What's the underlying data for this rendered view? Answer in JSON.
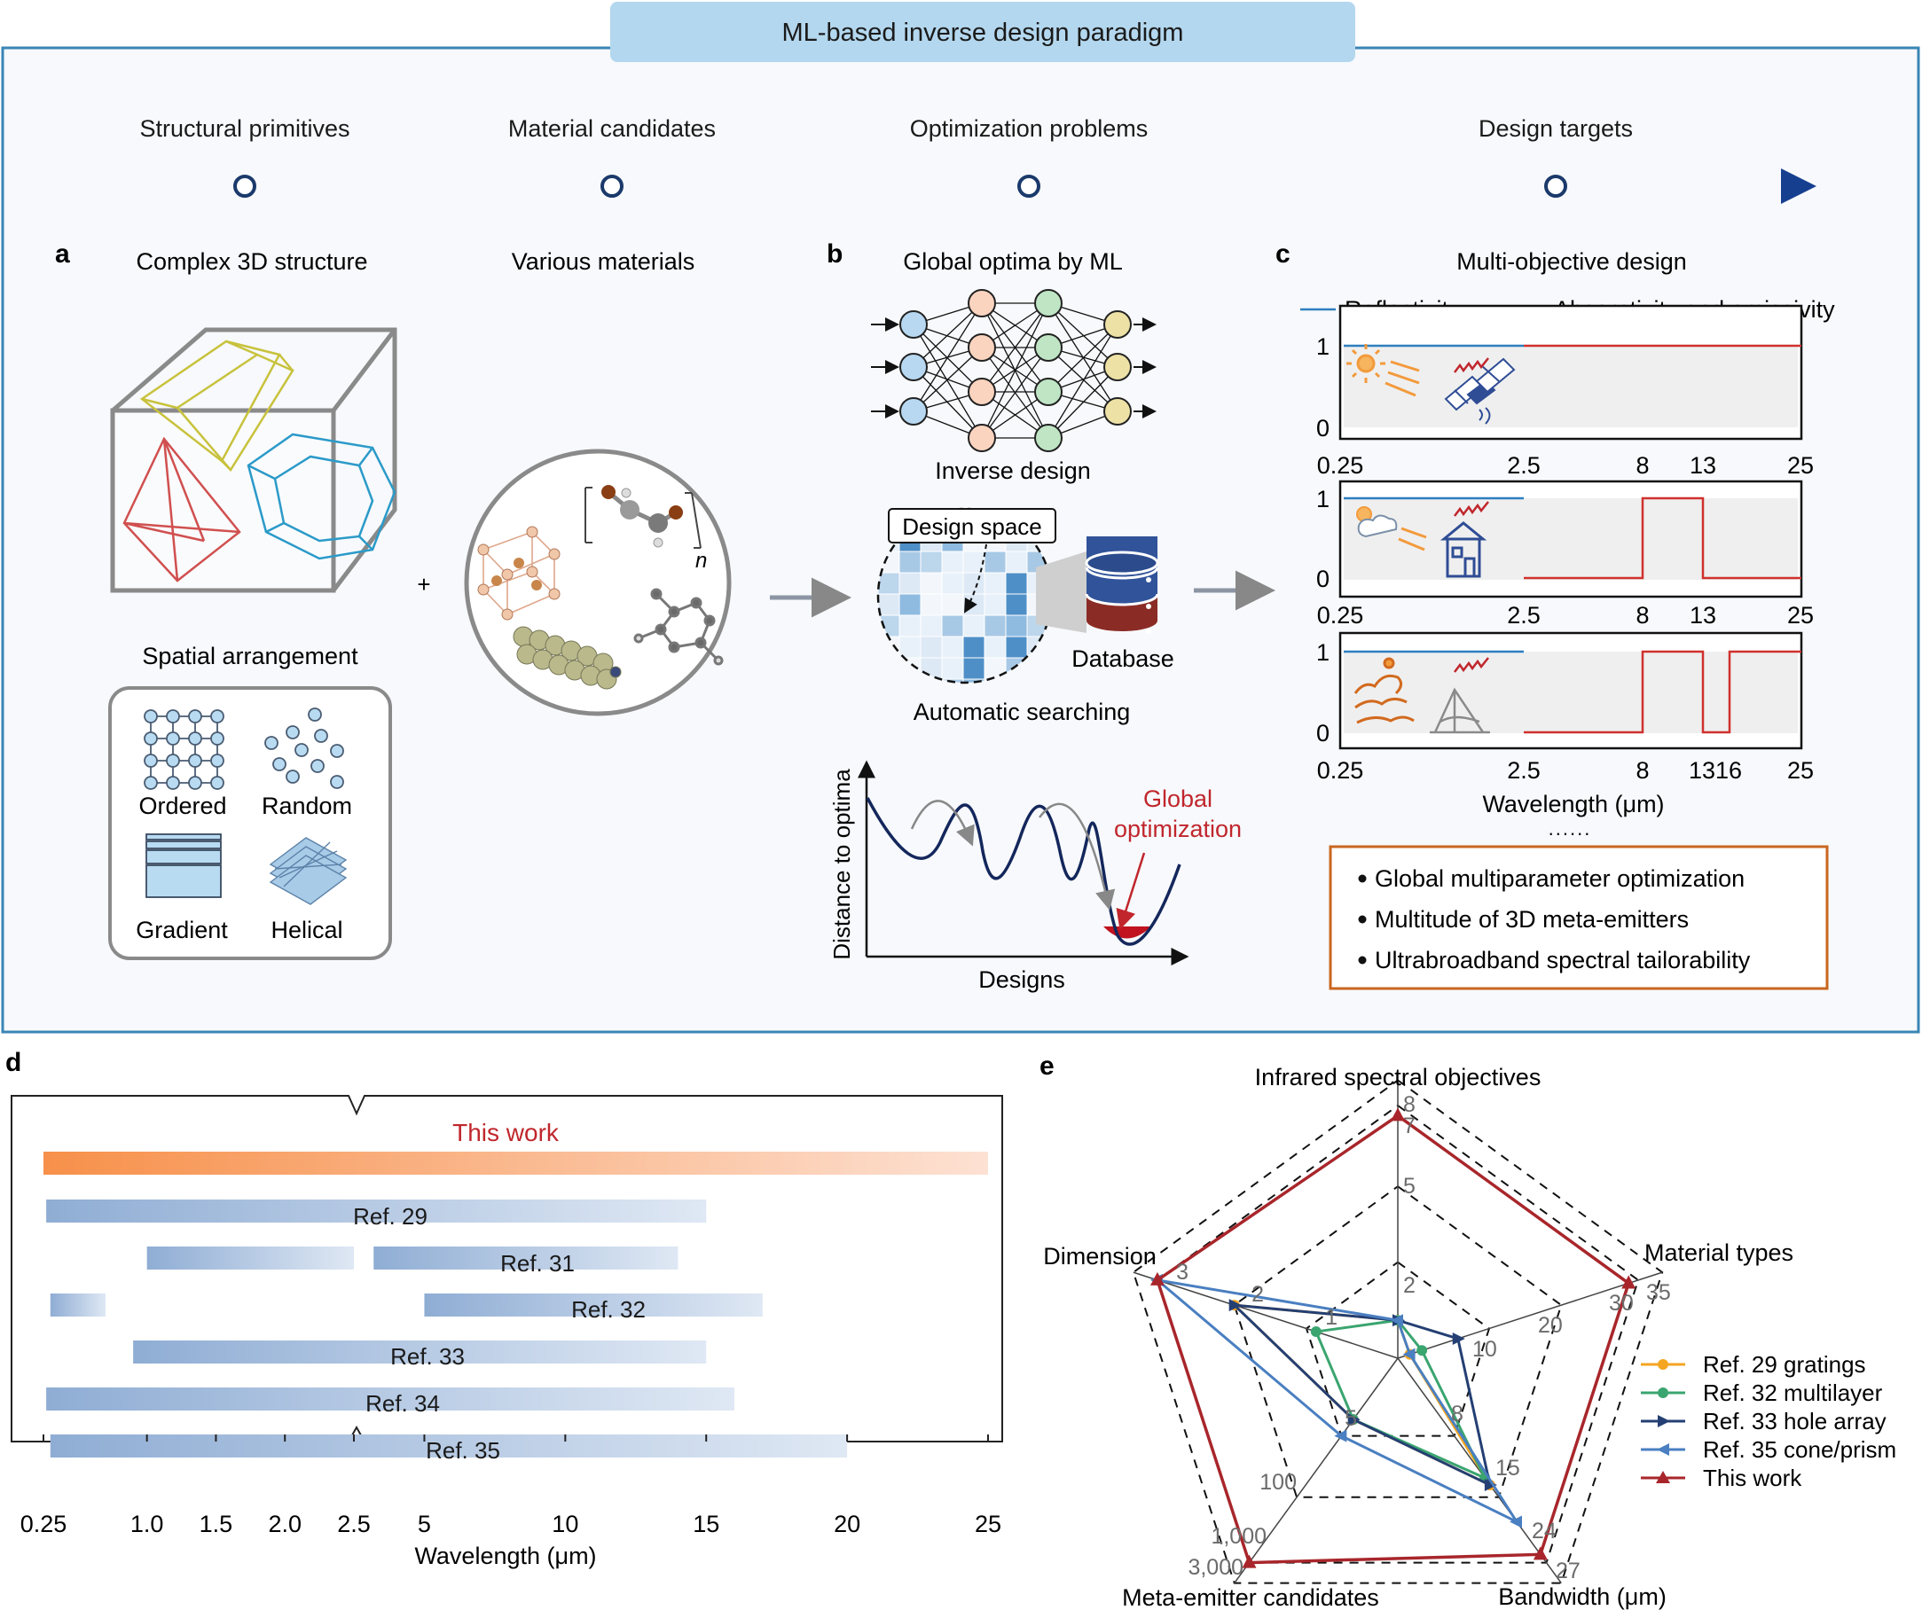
{
  "header": {
    "title": "ML-based inverse design paradigm",
    "stages": [
      "Structural primitives",
      "Material candidates",
      "Optimization problems",
      "Design targets"
    ]
  },
  "panel_a": {
    "letter": "a",
    "title": "Complex 3D structure",
    "materials_title": "Various materials",
    "plus": "+",
    "polymer_sub": "n",
    "spatial_title": "Spatial arrangement",
    "arrangements": [
      "Ordered",
      "Random",
      "Gradient",
      "Helical"
    ]
  },
  "panel_b": {
    "letter": "b",
    "title": "Global optima by ML",
    "nn_caption": "Inverse design",
    "design_space": "Design space",
    "database": "Database",
    "search_caption": "Automatic searching",
    "opt_ylabel": "Distance to optima",
    "opt_xlabel": "Designs",
    "opt_annotation_line1": "Global",
    "opt_annotation_line2": "optimization"
  },
  "panel_c": {
    "letter": "c",
    "title": "Multi-objective design",
    "legend": [
      "Reflectivity",
      "Absorptivity and emissivity"
    ],
    "ytick_top": "1",
    "ytick_bottom": "0",
    "xticks_1": [
      "0.25",
      "2.5",
      "8",
      "13",
      "25"
    ],
    "xticks_2": [
      "0.25",
      "2.5",
      "8",
      "13",
      "25"
    ],
    "xticks_3": [
      "0.25",
      "2.5",
      "8",
      "1316",
      "25"
    ],
    "xlabel": "Wavelength (μm)",
    "ellipsis": "......",
    "bullets": [
      "Global multiparameter optimization",
      "Multitude of 3D meta-emitters",
      "Ultrabroadband spectral tailorability"
    ]
  },
  "panel_d": {
    "letter": "d",
    "this_work_label": "This work",
    "bars": [
      {
        "label": "Ref. 29"
      },
      {
        "label": "Ref. 31"
      },
      {
        "label": "Ref. 32"
      },
      {
        "label": "Ref. 33"
      },
      {
        "label": "Ref. 34"
      },
      {
        "label": "Ref. 35"
      }
    ],
    "xticks": [
      "0.25",
      "1.0",
      "1.5",
      "2.0",
      "2.5",
      "5",
      "10",
      "15",
      "20",
      "25"
    ],
    "xlabel": "Wavelength (μm)"
  },
  "panel_e": {
    "letter": "e",
    "axes": [
      "Infrared spectral objectives",
      "Material types",
      "Bandwidth (μm)",
      "Meta-emitter candidates",
      "Dimension"
    ],
    "ticks_top": [
      "8",
      "7",
      "5",
      "2"
    ],
    "ticks_material": [
      "35",
      "30",
      "20",
      "10"
    ],
    "ticks_bandwidth": [
      "27",
      "24",
      "15",
      "8"
    ],
    "ticks_candidates": [
      "3,000",
      "1,000",
      "100",
      "5"
    ],
    "ticks_dimension": [
      "3",
      "2",
      "1"
    ],
    "legend": [
      "Ref. 29 gratings",
      "Ref. 32 multilayer",
      "Ref. 33 hole array",
      "Ref. 35 cone/prism",
      "This work"
    ]
  },
  "colors": {
    "header_fill": "#b3d7ee",
    "frame": "#3a85b5",
    "navy": "#1b3d8f",
    "red": "#c0262c",
    "orange": "#f7913d",
    "orange_box": "#c9661f",
    "bar_blue": "#8eaed6",
    "ref29": "#f4a521",
    "ref32": "#3aa56f",
    "ref33": "#243f73",
    "ref35": "#4a7fc1",
    "this_work": "#a8262b"
  },
  "chart_data": [
    {
      "type": "bar",
      "orientation": "horizontal-range",
      "xlabel": "Wavelength (μm)",
      "x_scale": "broken: linear 0.25–2.5, linear 2.5–25",
      "series": [
        {
          "name": "This work",
          "ranges": [
            [
              0.25,
              25
            ]
          ]
        },
        {
          "name": "Ref. 29",
          "ranges": [
            [
              0.27,
              15
            ]
          ]
        },
        {
          "name": "Ref. 31",
          "ranges": [
            [
              1.0,
              2.5
            ],
            [
              3.2,
              14
            ]
          ]
        },
        {
          "name": "Ref. 32",
          "ranges": [
            [
              0.3,
              0.7
            ],
            [
              5,
              17
            ]
          ]
        },
        {
          "name": "Ref. 33",
          "ranges": [
            [
              0.9,
              15
            ]
          ]
        },
        {
          "name": "Ref. 34",
          "ranges": [
            [
              0.27,
              16
            ]
          ]
        },
        {
          "name": "Ref. 35",
          "ranges": [
            [
              0.3,
              20
            ]
          ]
        }
      ]
    },
    {
      "type": "radar",
      "axes": [
        "Infrared spectral objectives",
        "Material types",
        "Bandwidth (μm)",
        "Meta-emitter candidates",
        "Dimension"
      ],
      "series": [
        {
          "name": "Ref. 29 gratings",
          "values": [
            1,
            2,
            15,
            5,
            2
          ]
        },
        {
          "name": "Ref. 32 multilayer",
          "values": [
            1,
            4,
            14,
            5,
            1
          ]
        },
        {
          "name": "Ref. 33 hole array",
          "values": [
            1,
            10,
            15,
            5,
            2
          ]
        },
        {
          "name": "Ref. 35 cone/prism",
          "values": [
            1,
            2,
            20,
            10,
            3
          ]
        },
        {
          "name": "This work",
          "values": [
            7,
            30,
            24,
            3000,
            3
          ]
        }
      ]
    }
  ]
}
